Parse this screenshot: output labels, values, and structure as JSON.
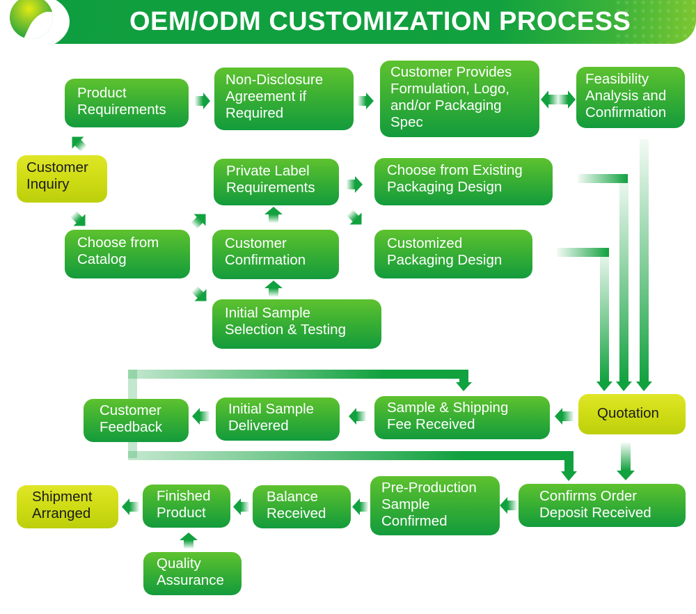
{
  "header": {
    "title": "OEM/ODM CUSTOMIZATION PROCESS",
    "logo": "leaf-logo-icon"
  },
  "colors": {
    "brand_green": "#12a13f",
    "box_green_top": "#5ec22f",
    "box_green_bottom": "#139b3c",
    "highlight_yellow": "#cfdc14",
    "text_dark": "#1b1b1b"
  },
  "nodes": {
    "customer_inquiry": {
      "lines": [
        "Customer",
        "Inquiry"
      ],
      "style": "yellow"
    },
    "product_requirements": {
      "lines": [
        "Product",
        "Requirements"
      ],
      "style": "green"
    },
    "nda": {
      "lines": [
        "Non-Disclosure",
        "Agreement if",
        "Required"
      ],
      "style": "green"
    },
    "customer_provides": {
      "lines": [
        "Customer Provides",
        "Formulation, Logo,",
        "and/or Packaging",
        "Spec"
      ],
      "style": "green"
    },
    "feasibility": {
      "lines": [
        "Feasibility",
        "Analysis and",
        "Confirmation"
      ],
      "style": "green"
    },
    "choose_catalog": {
      "lines": [
        "Choose from",
        "Catalog"
      ],
      "style": "green"
    },
    "private_label": {
      "lines": [
        "Private Label",
        "Requirements"
      ],
      "style": "green"
    },
    "customer_confirmation": {
      "lines": [
        "Customer",
        "Confirmation"
      ],
      "style": "green"
    },
    "initial_sample_selection": {
      "lines": [
        "Initial Sample",
        "Selection & Testing"
      ],
      "style": "green"
    },
    "existing_packaging": {
      "lines": [
        "Choose from Existing",
        "Packaging Design"
      ],
      "style": "green"
    },
    "customized_packaging": {
      "lines": [
        "Customized",
        "Packaging Design"
      ],
      "style": "green"
    },
    "quotation": {
      "lines": [
        "Quotation"
      ],
      "style": "yellow"
    },
    "sample_fee": {
      "lines": [
        "Sample & Shipping",
        "Fee Received"
      ],
      "style": "green"
    },
    "initial_sample_delivered": {
      "lines": [
        "Initial Sample",
        "Delivered"
      ],
      "style": "green"
    },
    "customer_feedback": {
      "lines": [
        "Customer",
        "Feedback"
      ],
      "style": "green"
    },
    "confirms_order": {
      "lines": [
        "Confirms Order",
        "Deposit Received"
      ],
      "style": "green"
    },
    "pre_production": {
      "lines": [
        "Pre-Production",
        "Sample",
        "Confirmed"
      ],
      "style": "green"
    },
    "balance_received": {
      "lines": [
        "Balance",
        "Received"
      ],
      "style": "green"
    },
    "finished_product": {
      "lines": [
        "Finished",
        "Product"
      ],
      "style": "green"
    },
    "quality_assurance": {
      "lines": [
        "Quality",
        "Assurance"
      ],
      "style": "green"
    },
    "shipment_arranged": {
      "lines": [
        "Shipment",
        "Arranged"
      ],
      "style": "yellow"
    }
  },
  "edges": [
    {
      "from": "customer_inquiry",
      "to": "product_requirements"
    },
    {
      "from": "customer_inquiry",
      "to": "choose_catalog"
    },
    {
      "from": "product_requirements",
      "to": "nda"
    },
    {
      "from": "nda",
      "to": "customer_provides"
    },
    {
      "from": "customer_provides",
      "to": "feasibility",
      "bidirectional": true
    },
    {
      "from": "feasibility",
      "to": "quotation"
    },
    {
      "from": "choose_catalog",
      "to": "private_label"
    },
    {
      "from": "choose_catalog",
      "to": "initial_sample_selection"
    },
    {
      "from": "initial_sample_selection",
      "to": "customer_confirmation"
    },
    {
      "from": "customer_confirmation",
      "to": "private_label"
    },
    {
      "from": "private_label",
      "to": "existing_packaging"
    },
    {
      "from": "private_label",
      "to": "customized_packaging"
    },
    {
      "from": "existing_packaging",
      "to": "quotation"
    },
    {
      "from": "customized_packaging",
      "to": "quotation"
    },
    {
      "from": "quotation",
      "to": "sample_fee"
    },
    {
      "from": "quotation",
      "to": "confirms_order"
    },
    {
      "from": "sample_fee",
      "to": "initial_sample_delivered"
    },
    {
      "from": "initial_sample_delivered",
      "to": "customer_feedback"
    },
    {
      "from": "customer_feedback",
      "to": "sample_fee"
    },
    {
      "from": "customer_feedback",
      "to": "confirms_order"
    },
    {
      "from": "confirms_order",
      "to": "pre_production"
    },
    {
      "from": "pre_production",
      "to": "balance_received"
    },
    {
      "from": "balance_received",
      "to": "finished_product"
    },
    {
      "from": "quality_assurance",
      "to": "finished_product"
    },
    {
      "from": "finished_product",
      "to": "shipment_arranged"
    }
  ]
}
